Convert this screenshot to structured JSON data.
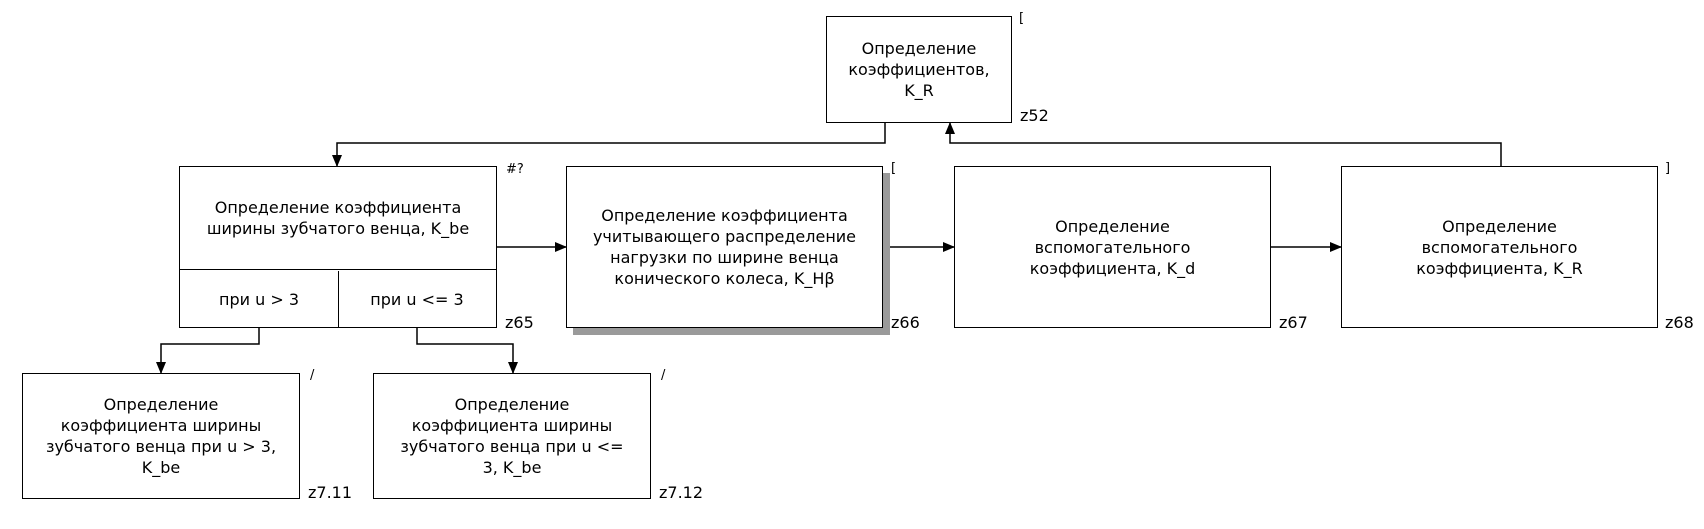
{
  "nodes": {
    "root": {
      "label": "Определение\nкоэффициентов,\nK_R",
      "code": "z52",
      "mark": "["
    },
    "be": {
      "label": "Определение коэффициента\nширины зубчатого венца, K_be",
      "code": "z65",
      "mark": "#?",
      "cases": [
        "при u > 3",
        "при u <= 3"
      ]
    },
    "hb": {
      "label": "Определение коэффициента\nучитывающего распределение\nнагрузки по ширине венца\nконического колеса, K_Hβ",
      "code": "z66",
      "mark": "["
    },
    "kd": {
      "label": "Определение\nвспомогательного\nкоэффициента, K_d",
      "code": "z67",
      "mark": ""
    },
    "kr": {
      "label": "Определение\nвспомогательного\nкоэффициента, K_R",
      "code": "z68",
      "mark": "]"
    },
    "be_gt3": {
      "label": "Определение\nкоэффициента ширины\nзубчатого венца при u > 3,\nK_be",
      "code": "z7.11",
      "mark": "/"
    },
    "be_le3": {
      "label": "Определение\nкоэффициента ширины\nзубчатого венца при u <=\n3, K_be",
      "code": "z7.12",
      "mark": "/"
    }
  }
}
